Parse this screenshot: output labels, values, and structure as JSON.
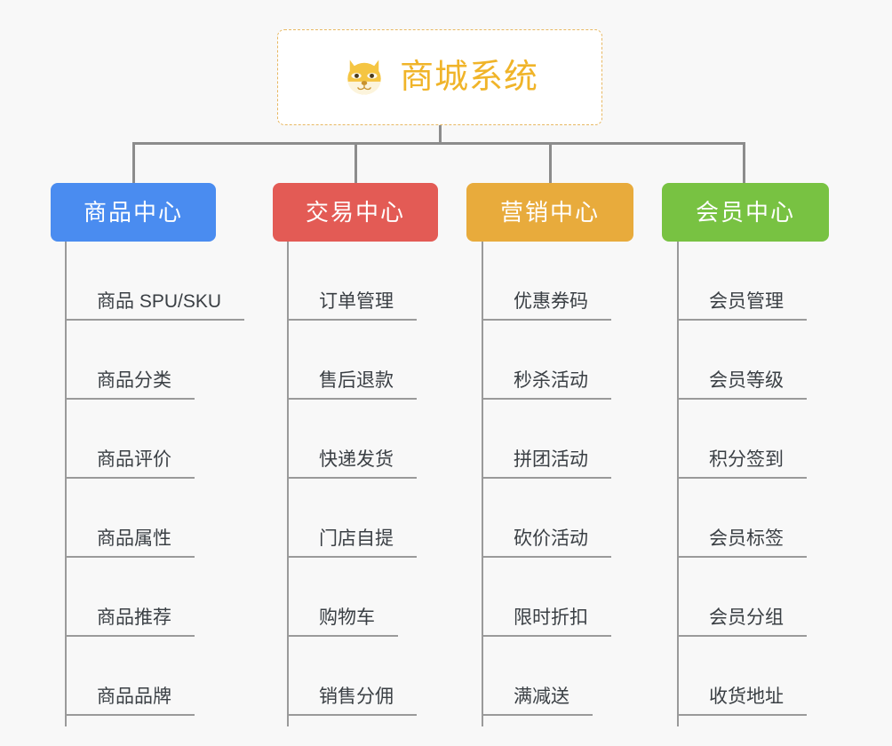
{
  "diagram": {
    "type": "organization-tree",
    "background_color": "#f8f8f8",
    "root": {
      "title": "商城系统",
      "icon": "dog-face-icon",
      "text_color": "#f0b429",
      "border_color": "#e8b862",
      "background_color": "#ffffff"
    },
    "branches": [
      {
        "id": "product-center",
        "label": "商品中心",
        "color": "#4a8cf0",
        "items": [
          "商品 SPU/SKU",
          "商品分类",
          "商品评价",
          "商品属性",
          "商品推荐",
          "商品品牌"
        ]
      },
      {
        "id": "trade-center",
        "label": "交易中心",
        "color": "#e35b55",
        "items": [
          "订单管理",
          "售后退款",
          "快递发货",
          "门店自提",
          "购物车",
          "销售分佣"
        ]
      },
      {
        "id": "marketing-center",
        "label": "营销中心",
        "color": "#e8ab3c",
        "items": [
          "优惠券码",
          "秒杀活动",
          "拼团活动",
          "砍价活动",
          "限时折扣",
          "满减送"
        ]
      },
      {
        "id": "member-center",
        "label": "会员中心",
        "color": "#78c242",
        "items": [
          "会员管理",
          "会员等级",
          "积分签到",
          "会员标签",
          "会员分组",
          "收货地址"
        ]
      }
    ],
    "layout": {
      "connector_color": "#8c8c8c",
      "leaf_line_color": "#9a9a9a",
      "branch_x": [
        57,
        307,
        525,
        745
      ],
      "branch_width": [
        186,
        186,
        188,
        188
      ]
    }
  }
}
